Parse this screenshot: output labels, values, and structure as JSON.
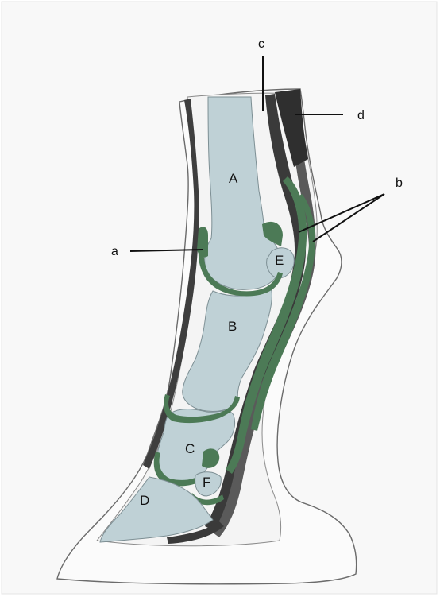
{
  "diagram": {
    "bone_labels": {
      "A": "A",
      "B": "B",
      "C": "C",
      "D": "D",
      "E": "E",
      "F": "F"
    },
    "callout_labels": {
      "a": "a",
      "b": "b",
      "c": "c",
      "d": "d"
    },
    "colors": {
      "paper": "#f7f7f7",
      "outline": "#6b6b6b",
      "bone": "#bfd1d6",
      "cartilage": "#4c7a56",
      "tendon_dark": "#3a3a3a",
      "tendon_mid": "#6f6f6f"
    }
  }
}
